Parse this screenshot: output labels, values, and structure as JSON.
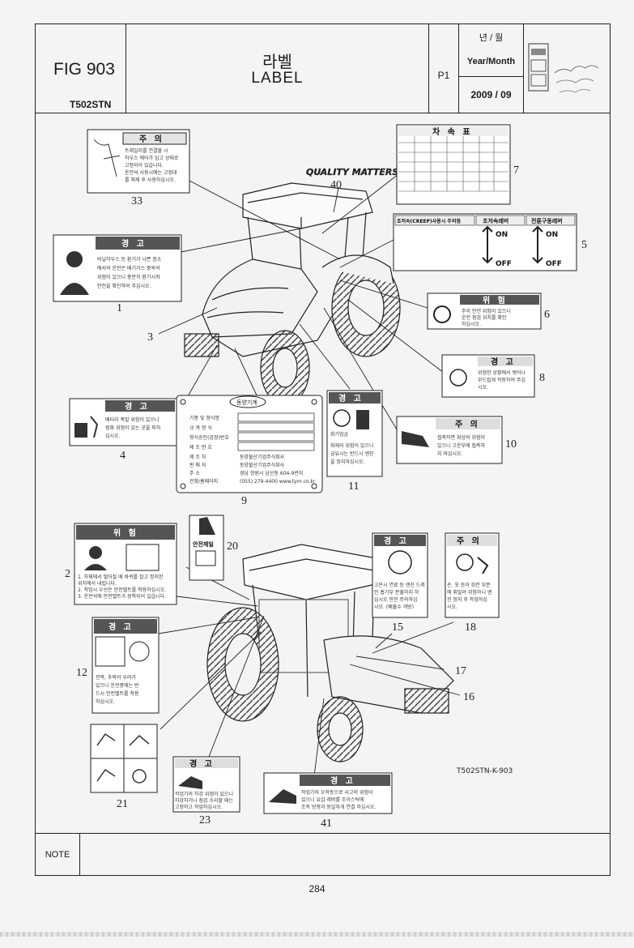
{
  "header": {
    "fig_no": "FIG 903",
    "model": "T502STN",
    "title_ko": "라벨",
    "title_en": "LABEL",
    "page_code": "P1",
    "ym_ko": "년 / 월",
    "ym_en": "Year/Month",
    "ym_value": "2009 / 09"
  },
  "callouts": [
    "1",
    "3",
    "4",
    "5",
    "6",
    "7",
    "8",
    "9",
    "10",
    "11",
    "33",
    "40",
    "2",
    "12",
    "15",
    "16",
    "17",
    "18",
    "20",
    "21",
    "23",
    "41"
  ],
  "labels": {
    "l1": {
      "head": "경 고",
      "lines": [
        "비닐하우스 등 환기가 나쁜 장소",
        "에서의 운전은 배기가스 중독의",
        "위험이 있으니 충분히 환기시켜",
        "안전을 확인하여 주십시오."
      ]
    },
    "l33": {
      "head": "주 의",
      "lines": [
        "트레일러를 연결할 시",
        "하우스 에어가 입고 상태로",
        "고정되어 있습니다.",
        "운전석 사용시에는 고정대",
        "를 해제 후 사용하십시오."
      ]
    },
    "l7": {
      "head": "차 속 표"
    },
    "l5": {
      "head": "초저속(CREEP)사용시 주의점",
      "head2": "초저속레버",
      "head3": "전륜구동레버",
      "on": "ON",
      "off": "OFF"
    },
    "l6": {
      "head": "위 험",
      "lines": [
        "주의 안전 위험이 있으니",
        "운전 점검 위치를 확인",
        "하십시오."
      ]
    },
    "l8": {
      "head": "경 고",
      "lines": [
        "위험한 상황에서 벗어나",
        "부드럽게 작동하여 주십",
        "시오."
      ]
    },
    "l4": {
      "head": "경 고",
      "lines": [
        "배터리 폭발 위험이 있으니",
        "점화 위험이 있는 곳을 피하",
        "십시오."
      ]
    },
    "l9": {
      "badge": "동양기계",
      "rows": [
        "기종 및 형식명",
        "규 격 형 식",
        "형식승인(검정)번호",
        "제 조 번 호",
        "제 조 자",
        "판 매 자",
        "주 소",
        "전화/홈페이지"
      ],
      "maker": "동양물산기업주식회사",
      "seller": "동양물산기업주식회사",
      "addr": "경남 창원시 남산동 604-9번지",
      "tel": "(055) 279-4400   www.tym.co.kr"
    },
    "l11": {
      "head": "경 고",
      "sub": "화기엄금",
      "lines": [
        "화재의 위험이 있으니",
        "급유시는 반드시 엔진",
        "을 정지하십시오."
      ]
    },
    "l10": {
      "head": "주 의",
      "lines": [
        "접촉하면 화상의 위험이",
        "있으니 고온부에 접촉하",
        "지 마십시오."
      ]
    },
    "l2": {
      "head": "위 험",
      "lines": [
        "1. 차체에서 떨어질 때 바퀴를 잡고 정지한",
        "   위치에서 내립니다.",
        "2. 작업시 우선은 안전벨트를 착용하십시오.",
        "3. 운전석에 안전벨트가 장착되어 있습니다."
      ]
    },
    "l20": {
      "head": "안전제일"
    },
    "l12": {
      "head": "경 고",
      "lines": [
        "전복, 추락의 우려가",
        "있으니 운전중에는 반",
        "드시 안전벨트를 착용",
        "하십시오."
      ]
    },
    "l15": {
      "head": "경 고",
      "lines": [
        "고온시 연료 등 엔진 드레",
        "인 흡기부 분출하지 하",
        "십시오 안전 주의하십",
        "시오. (배출수 개방)"
      ]
    },
    "l18": {
      "head": "주 의",
      "lines": [
        "손, 옷 등이 회전 부분",
        "에 휘말려 위험하니 엔",
        "진 정지 후 작업하십",
        "시오."
      ]
    },
    "l23": {
      "head": "경 고",
      "lines": [
        "작업기의 하강 위험이 있으니",
        "하강하거나 점검 수리할 때는",
        "고정하고 작업하십시오."
      ]
    },
    "l41": {
      "head": "경 고",
      "lines": [
        "작업기의 오작동으로 사고의 위험이",
        "있으니 유압 레버를 조이스틱에",
        "조작 방향과 동일하게 연결 하십시오."
      ]
    }
  },
  "brand_text": "QUALITY MATTERS",
  "drawing_code": "T502STN-K-903",
  "note": "NOTE",
  "page_number": "284"
}
